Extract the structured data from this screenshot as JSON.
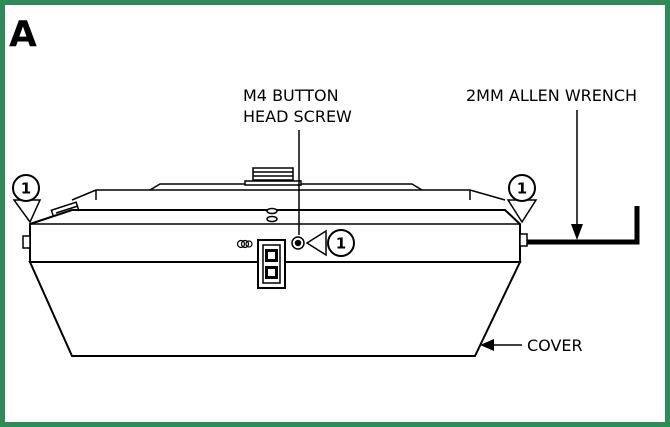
{
  "panel_letter": "A",
  "labels": {
    "screw_line1": "M4 BUTTON",
    "screw_line2": "HEAD SCREW",
    "wrench": "2MM ALLEN WRENCH",
    "cover": "COVER"
  },
  "callout_number": "1",
  "colors": {
    "frame": "#2e8b57",
    "line": "#000000",
    "background": "#ffffff"
  }
}
